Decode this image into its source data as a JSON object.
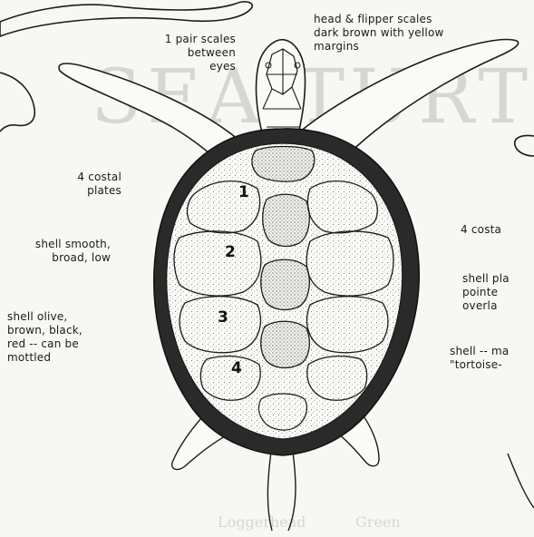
{
  "background_text": {
    "title_faint": "SEA TURTLE",
    "bottom_left_faint": "Loggerhead",
    "bottom_right_faint": "Green"
  },
  "labels": {
    "head_scales": "1 pair scales\nbetween\neyes",
    "head_color": "head & flipper scales\ndark brown with yellow\nmargins",
    "costal_left": "4 costal\nplates",
    "shell_shape": "shell smooth,\nbroad, low",
    "shell_color": "shell olive,\nbrown, black,\nred -- can be\nmottled",
    "costal_right": "4 costa",
    "shell_plates_right": "shell pla\npointe\noverla",
    "shell_right2": "shell -- ma\n\"tortoise-"
  },
  "plate_numbers": [
    "1",
    "2",
    "3",
    "4"
  ],
  "colors": {
    "ink": "#1b1b1b",
    "paper": "#f7f7f3",
    "margin": "#2a2a2a",
    "faint": "#d7d7d2"
  }
}
